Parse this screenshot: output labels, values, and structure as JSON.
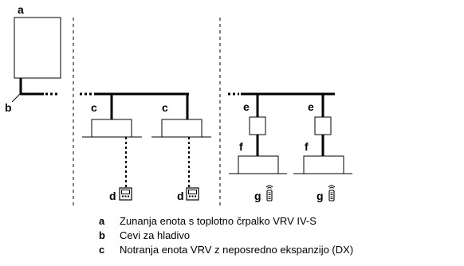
{
  "callouts": {
    "a": "a",
    "b": "b",
    "c1": "c",
    "c2": "c",
    "d1": "d",
    "d2": "d",
    "e1": "e",
    "e2": "e",
    "f1": "f",
    "f2": "f",
    "g1": "g",
    "g2": "g"
  },
  "icons": {
    "wired_remote": "wired-remote-controller-icon",
    "wireless_remote": "wireless-remote-controller-icon"
  },
  "legend": [
    {
      "key": "a",
      "text": "Zunanja enota s toplotno črpalko VRV IV-S"
    },
    {
      "key": "b",
      "text": "Cevi za hladivo"
    },
    {
      "key": "c",
      "text": "Notranja enota VRV z neposredno ekspanzijo (DX)"
    }
  ]
}
